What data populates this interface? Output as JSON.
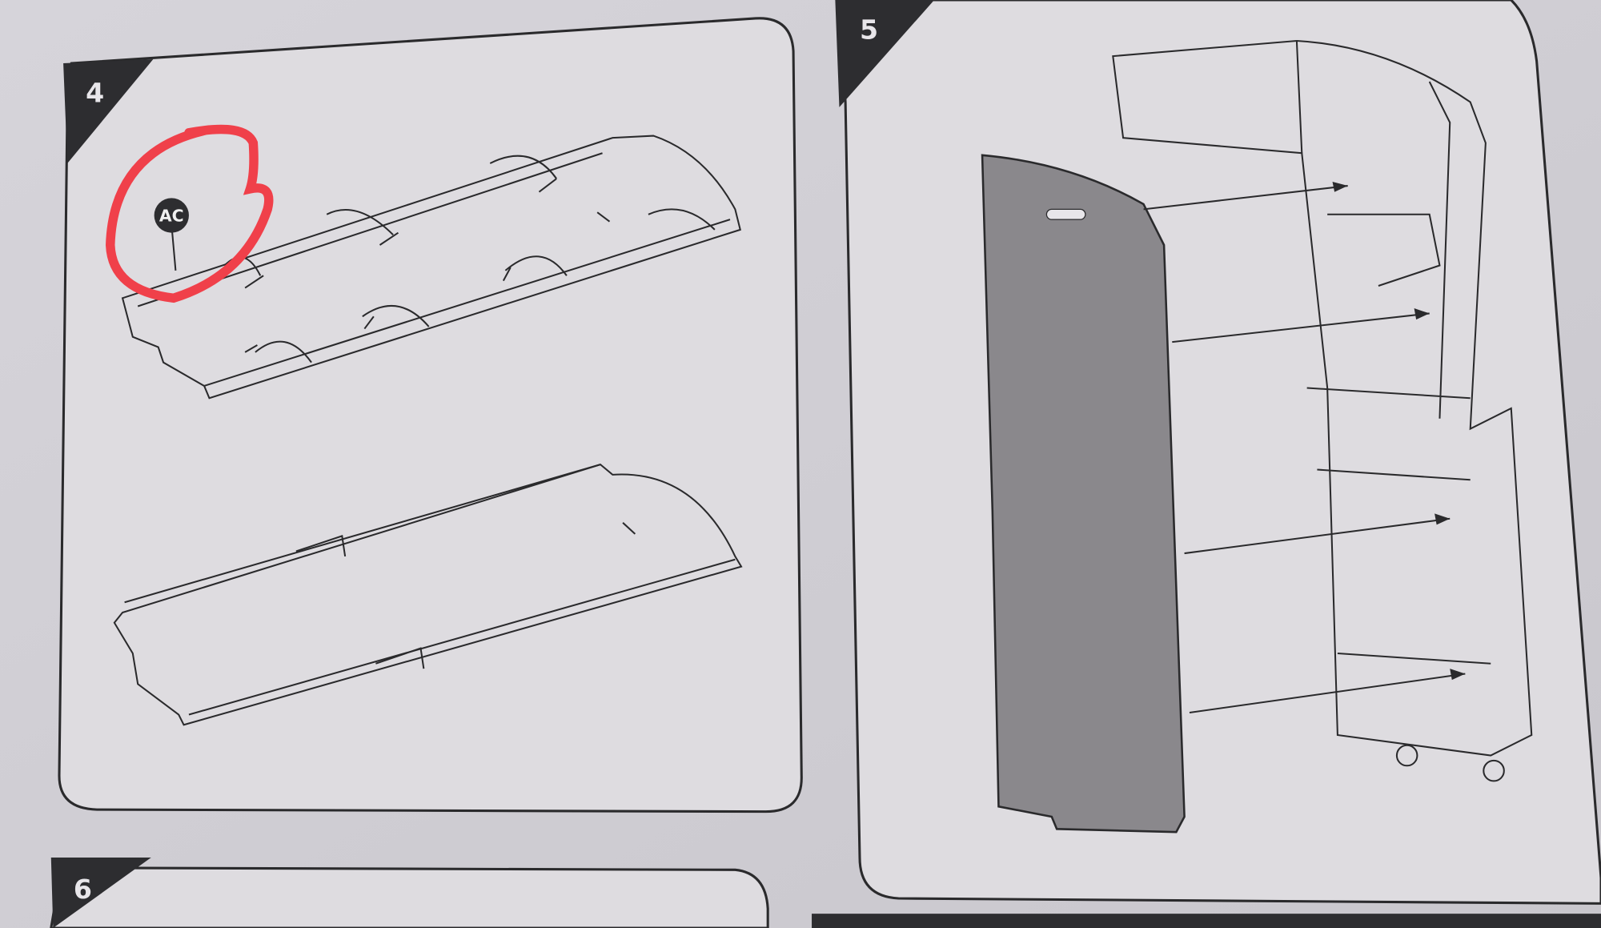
{
  "steps": [
    {
      "number": "4",
      "label_callout": "AC"
    },
    {
      "number": "5"
    },
    {
      "number": "6"
    }
  ],
  "colors": {
    "paper": "#d9d7dc",
    "ink": "#2a2a2c",
    "highlight_circle": "#f0404a",
    "panel_shade": "#8a888c"
  }
}
